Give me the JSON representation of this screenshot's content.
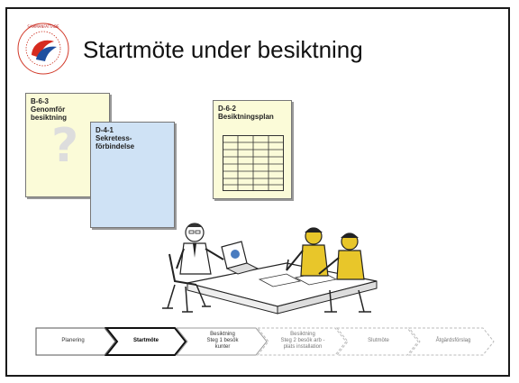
{
  "slide": {
    "title": "Startmöte under besiktning",
    "logo_text": "SAMMANFATTADE · BESIKTNINGSSKAP · SPARADE GÅNGEN"
  },
  "documents": [
    {
      "code": "B-6-3",
      "name": "Genomför\nbesiktning"
    },
    {
      "code": "D-4-1",
      "name": "Sekretess-\nförbindelse"
    },
    {
      "code": "D-6-2",
      "name": "Besiktningsplan"
    }
  ],
  "process": {
    "steps": [
      {
        "label": "Planering",
        "state": "normal"
      },
      {
        "label": "Startmöte",
        "state": "active"
      },
      {
        "label": "Besiktning\nSteg 1 besök\nkunter",
        "state": "normal"
      },
      {
        "label": "Besiktning\nSteg 2 besök arb -\nplats installation",
        "state": "faded"
      },
      {
        "label": "Slutmöte",
        "state": "faded"
      },
      {
        "label": "Åtgärdsförslag",
        "state": "faded"
      }
    ]
  }
}
